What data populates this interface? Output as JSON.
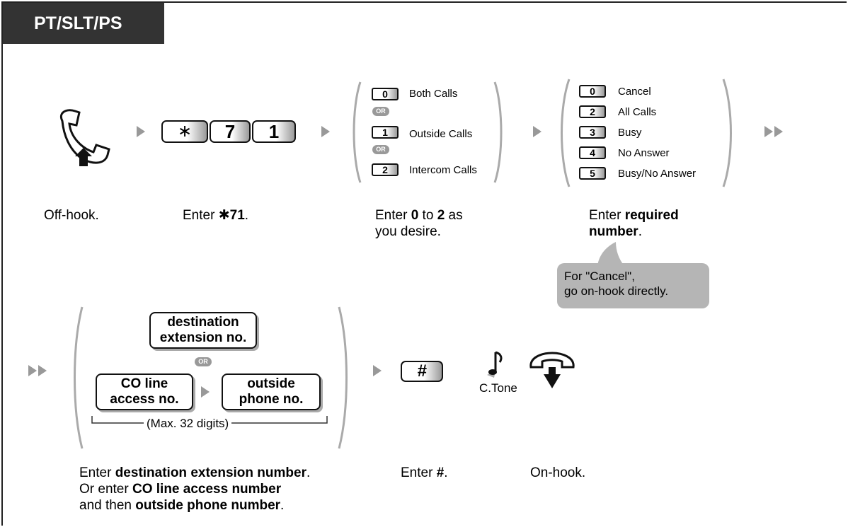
{
  "header": {
    "title": "PT/SLT/PS"
  },
  "row1": {
    "keys_71": [
      "∗",
      "7",
      "1"
    ],
    "calls_options": [
      {
        "key": "0",
        "label": "Both Calls"
      },
      {
        "key": "1",
        "label": "Outside Calls"
      },
      {
        "key": "2",
        "label": "Intercom Calls"
      }
    ],
    "or_label": "OR",
    "forward_options": [
      {
        "key": "0",
        "label": "Cancel"
      },
      {
        "key": "2",
        "label": "All Calls"
      },
      {
        "key": "3",
        "label": "Busy"
      },
      {
        "key": "4",
        "label": "No Answer"
      },
      {
        "key": "5",
        "label": "Busy/No Answer"
      }
    ],
    "captions": {
      "offhook": "Off-hook.",
      "enter_prefix": "Enter ",
      "enter71_bold": "✱71",
      "period": ".",
      "enter0": "0",
      "to": " to ",
      "enter2": "2",
      "as": " as",
      "you_desire": "you desire.",
      "required_bold": "required",
      "number_bold": "number"
    },
    "bubble": {
      "line1": "For \"Cancel\",",
      "line2": "go on-hook directly."
    }
  },
  "row2": {
    "dest_box": {
      "line1": "destination",
      "line2": "extension no."
    },
    "co_box": {
      "line1": "CO line",
      "line2": "access no."
    },
    "outside_box": {
      "line1": "outside",
      "line2": "phone no."
    },
    "max_digits": "(Max. 32 digits)",
    "hash_key": "#",
    "ctone": "C.Tone",
    "captions": {
      "dest_bold": "destination extension number",
      "or_enter": "Or enter ",
      "co_bold": "CO line access number",
      "and_then": "and then ",
      "outside_bold": "outside phone number",
      "hash_bold": "#",
      "onhook": "On-hook."
    }
  }
}
